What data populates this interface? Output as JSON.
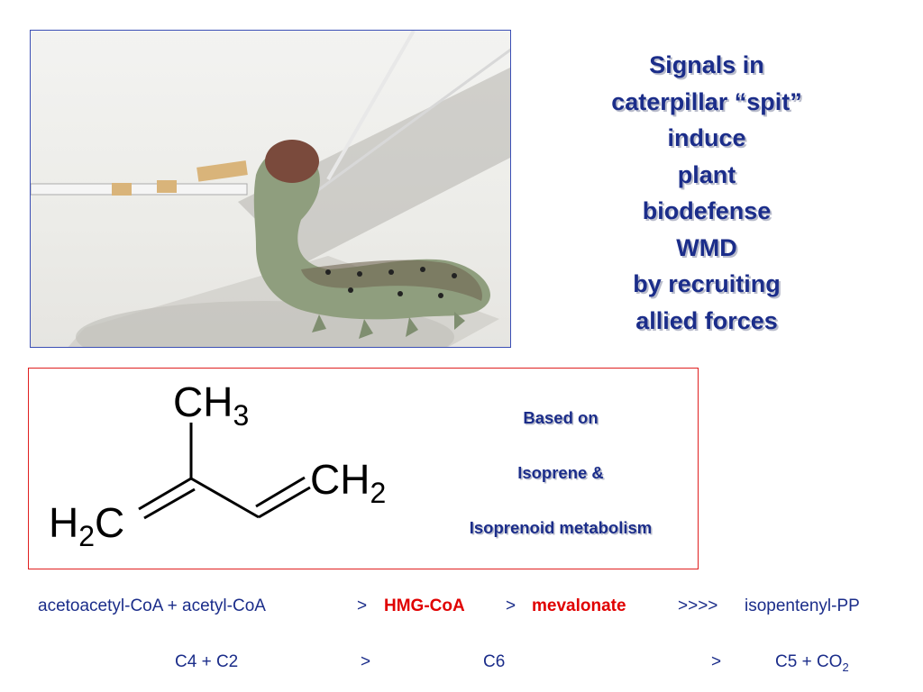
{
  "title_lines": [
    "Signals in",
    "caterpillar “spit”",
    "induce",
    "plant",
    "biodefense",
    "WMD",
    "by recruiting",
    "allied forces"
  ],
  "molecule": {
    "top_group": {
      "main": "CH",
      "sub": "3"
    },
    "right_group": {
      "main": "CH",
      "sub": "2"
    },
    "left_group": {
      "pre": "H",
      "sub": "2",
      "post": "C"
    }
  },
  "based_on": [
    "Based on",
    "Isoprene &",
    "Isoprenoid metabolism"
  ],
  "pathway": {
    "reactants": "acetoacetyl-CoA + acetyl-CoA",
    "arrow1": ">",
    "intermediate1": "HMG-CoA",
    "arrow2": ">",
    "intermediate2": "mevalonate",
    "arrow3": ">>>>",
    "product": "isopentenyl-PP"
  },
  "carbons": {
    "reactants": "C4 + C2",
    "arrow1": ">",
    "intermediate": "C6",
    "arrow2": ">",
    "product_main": "C5 + CO",
    "product_sub": "2"
  },
  "colors": {
    "title": "#1b2d8a",
    "highlight": "#e00000",
    "photo_border": "#3b4fb5",
    "box_border": "#e02020"
  }
}
